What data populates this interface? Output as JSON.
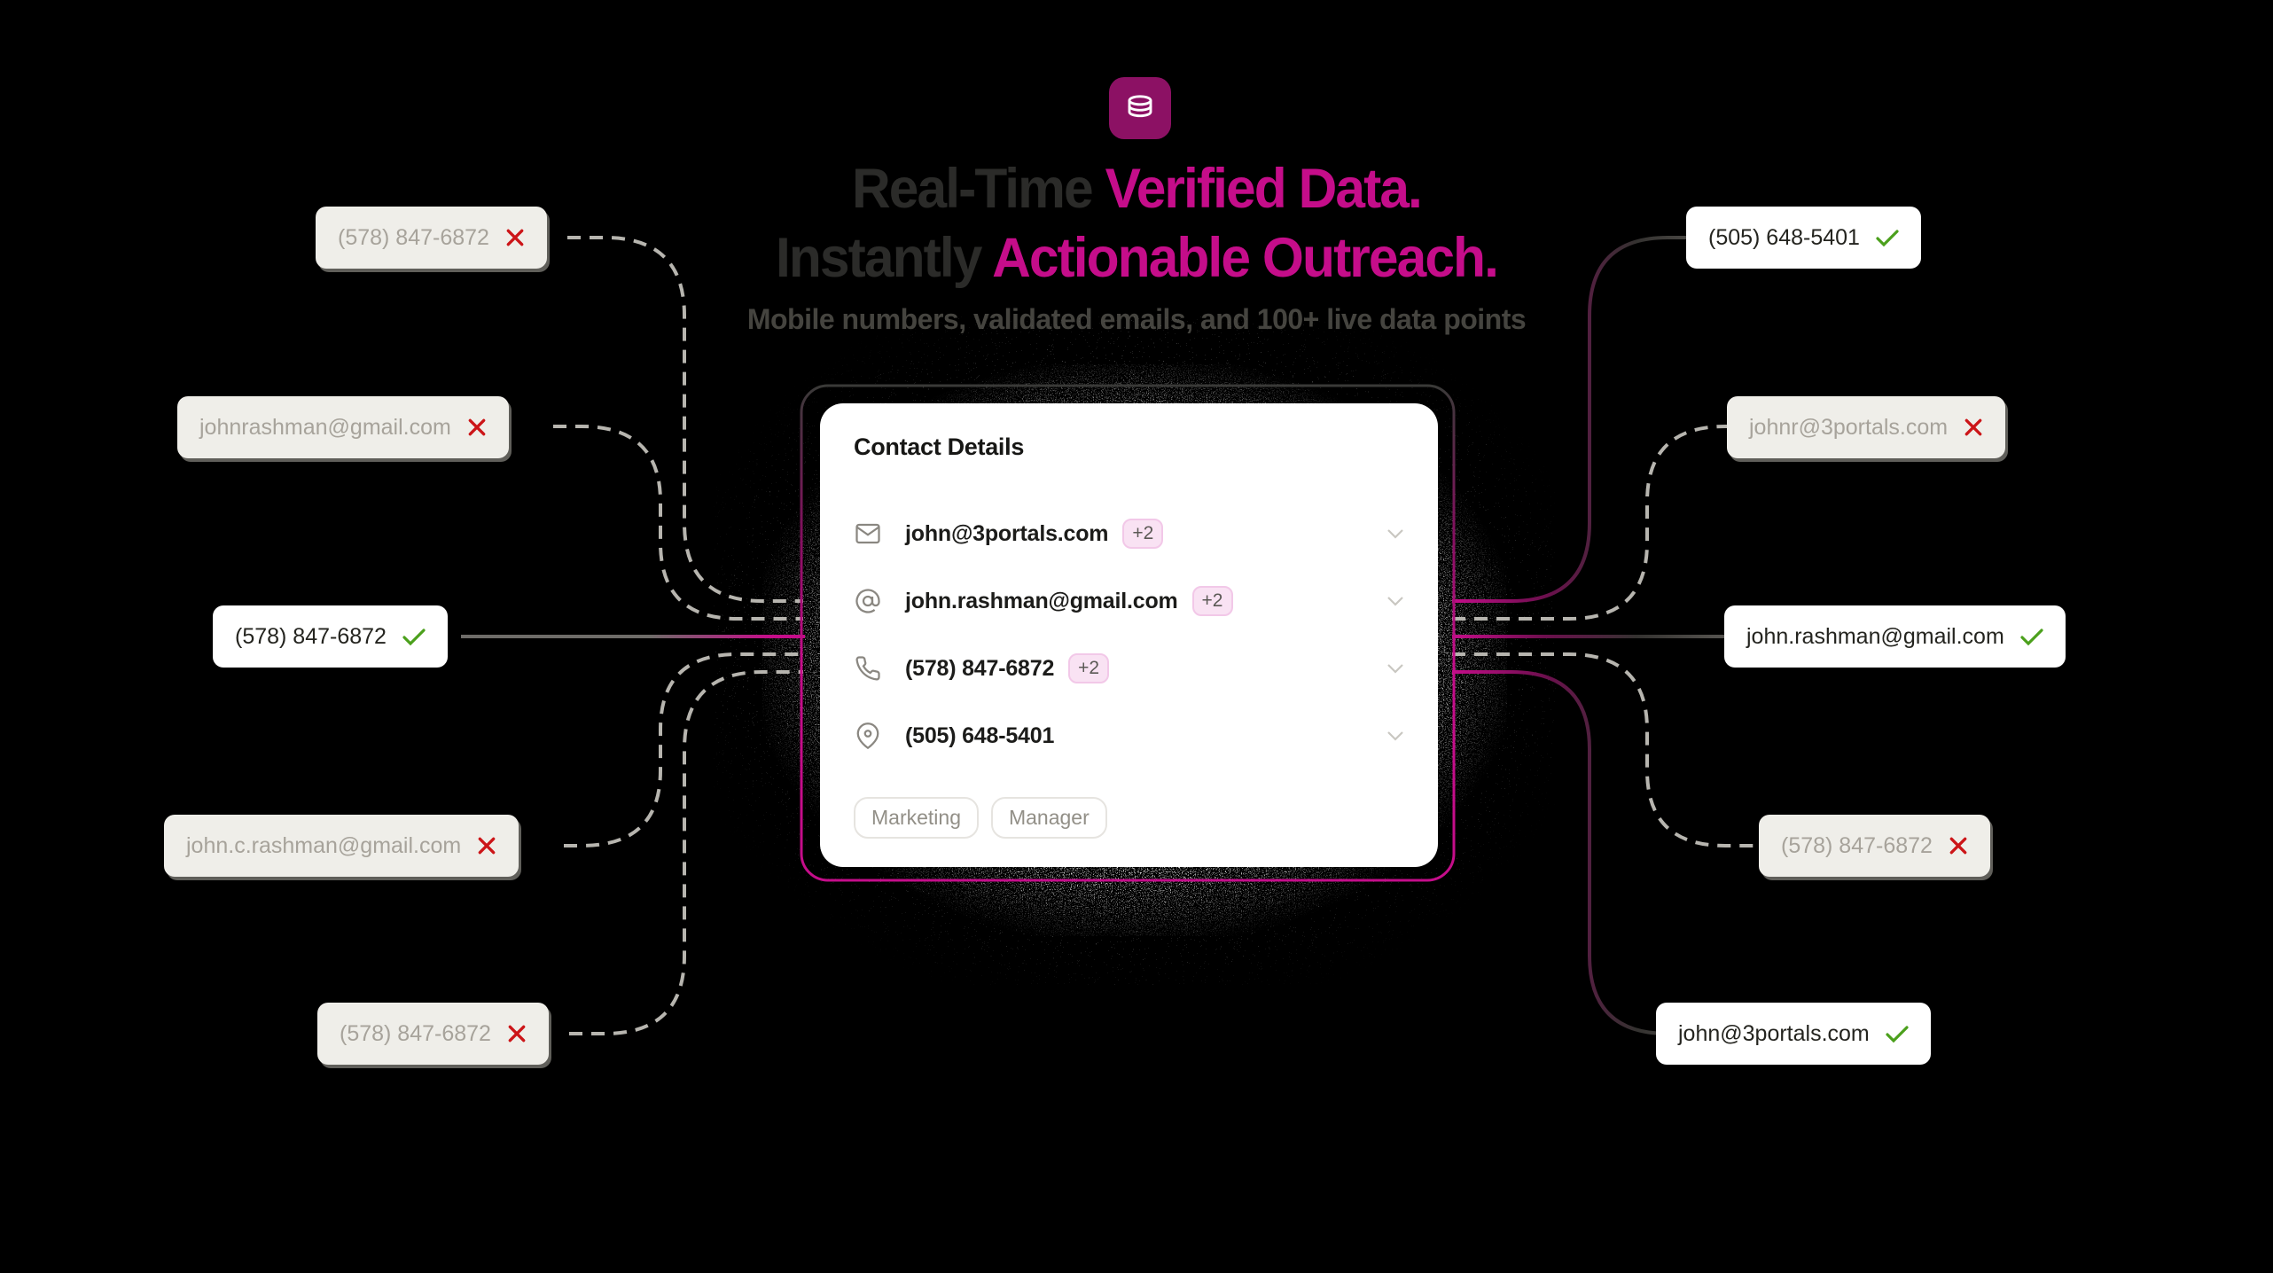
{
  "brand": {
    "icon": "database-icon",
    "icon_bg": "#8c1164"
  },
  "headline": {
    "line1_plain": "Real-Time ",
    "line1_accent": "Verified Data.",
    "line2_plain": "Instantly ",
    "line2_accent": "Actionable Outreach.",
    "subheadline": "Mobile numbers, validated emails, and 100+ live data points",
    "accent_color": "#c50d8a",
    "dark_color": "#2b2b29"
  },
  "card": {
    "title": "Contact Details",
    "rows": [
      {
        "icon": "mail-icon",
        "value": "john@3portals.com",
        "extra_count": "+2"
      },
      {
        "icon": "at-sign-icon",
        "value": "john.rashman@gmail.com",
        "extra_count": "+2"
      },
      {
        "icon": "phone-icon",
        "value": "(578) 847-6872",
        "extra_count": "+2"
      },
      {
        "icon": "location-pin-icon",
        "value": "(505) 648-5401"
      }
    ],
    "tags": [
      "Marketing",
      "Manager"
    ]
  },
  "chips": {
    "left": [
      {
        "value": "(578) 847-6872",
        "status": "invalid"
      },
      {
        "value": "johnrashman@gmail.com",
        "status": "invalid"
      },
      {
        "value": "(578) 847-6872",
        "status": "valid"
      },
      {
        "value": "john.c.rashman@gmail.com",
        "status": "invalid"
      },
      {
        "value": "(578) 847-6872",
        "status": "invalid"
      }
    ],
    "right": [
      {
        "value": "(505) 648-5401",
        "status": "valid"
      },
      {
        "value": "johnr@3portals.com",
        "status": "invalid"
      },
      {
        "value": "john.rashman@gmail.com",
        "status": "valid"
      },
      {
        "value": "(578) 847-6872",
        "status": "invalid"
      },
      {
        "value": "john@3portals.com",
        "status": "valid"
      }
    ]
  },
  "colors": {
    "background": "#000000",
    "accent_magenta": "#c50d8a",
    "invalid_x": "#cc1518",
    "valid_check": "#4ba01c",
    "invalid_chip_bg": "#efeee9",
    "dashed_line": "#b7b5af"
  }
}
